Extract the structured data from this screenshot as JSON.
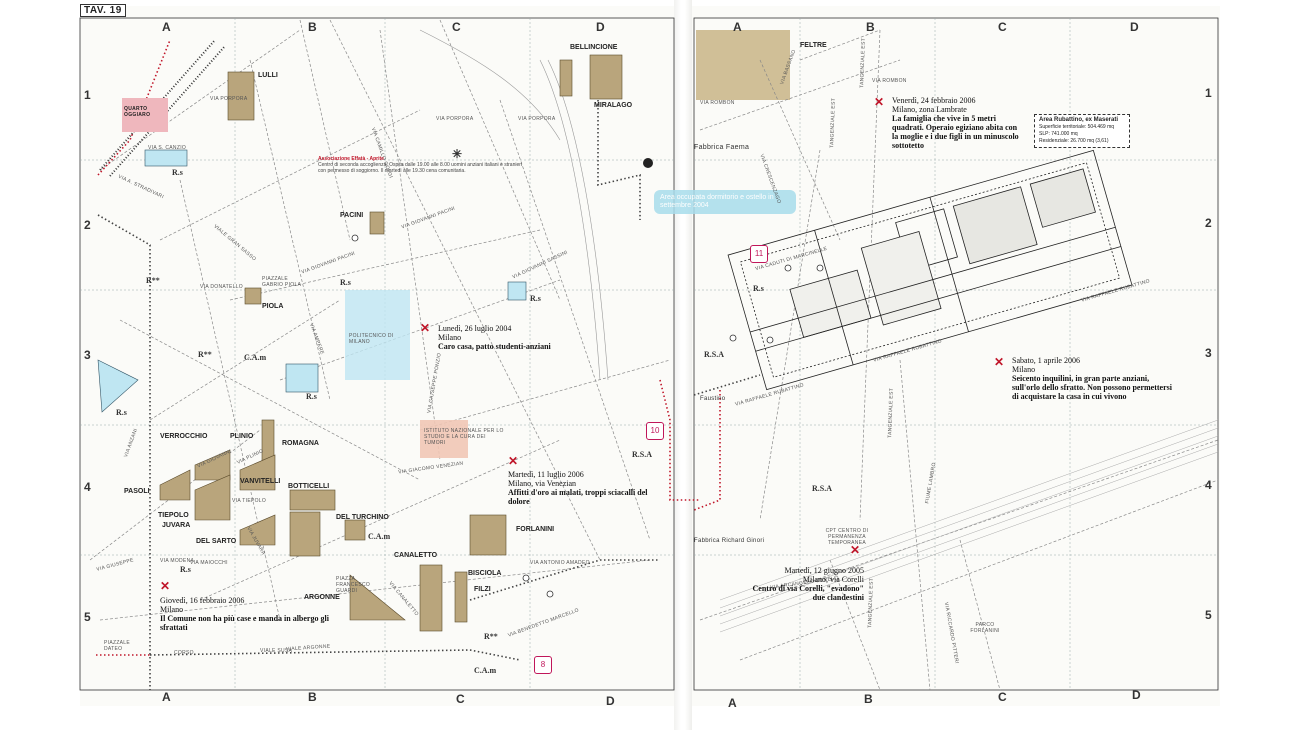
{
  "plate": "TAV. 19",
  "grid": {
    "columns_left": [
      "A",
      "B",
      "C",
      "D"
    ],
    "columns_right": [
      "A",
      "B",
      "C",
      "D"
    ],
    "rows": [
      "1",
      "2",
      "3",
      "4",
      "5"
    ]
  },
  "poi_left": {
    "lulli": "LULLI",
    "bellincione": "BELLINCIONE",
    "miralago": "MIRALAGO",
    "pacini": "PACINI",
    "piola": "PIOLA",
    "verrocchio": "VERROCCHIO",
    "plinio": "PLINIO",
    "romagna": "ROMAGNA",
    "pasoli": "PASOLI",
    "vanvitelli": "VANVITELLI",
    "botticelli": "BOTTICELLI",
    "tiepolo": "TIEPOLO",
    "juvara": "JUVARA",
    "del_sarto": "DEL SARTO",
    "del_turchino": "DEL TURCHINO",
    "forlanini": "FORLANINI",
    "canaletto": "CANALETTO",
    "bisciola": "BISCIOLA",
    "filzi": "FILZI",
    "argonne": "ARGONNE",
    "politecnico": "POLITECNICO DI MILANO",
    "istituto": "ISTITUTO NAZIONALE PER LO STUDIO E LA CURA DEI TUMORI",
    "quarto": "QUARTO OGGIARO"
  },
  "streets_left": {
    "porpora1": "VIA PORPORA",
    "porpora2": "VIA PORPORA",
    "porpora3": "VIA PORPORA",
    "canzio": "VIA S. CANZIO",
    "stradivari": "VIA A. STRADIVARI",
    "pacini": "VIA GIOVANNI PACINI",
    "pacini2": "VIA GIOVANNI PACINI",
    "sassini": "VIA GIOVANNI SASSINI",
    "donatello": "VIA DONATELLO",
    "piazzale": "PIAZZALE GABRIO PIOLA",
    "venezian": "VIA GIACOMO VENEZIAN",
    "ponzio": "VIA GIUSEPPE PONZIO",
    "golgi": "VIA CAMILLO GOLGI",
    "gran_sasso": "VIALE GRAN SASSO",
    "ampere": "VIA AMPERE",
    "plinio": "VIA PLINIO",
    "giovanni": "VIA GIOVANNI",
    "tiepolo": "VIA TIEPOLO",
    "juvara": "VIA JUVARA",
    "argonne": "VIALE ARGONNE",
    "susa": "VIALE SUSA",
    "corso": "CORSO",
    "canaletto": "VIA CANALETTO",
    "guardi": "PIAZZA FRANCESCO GUARDI",
    "amadeo": "VIA ANTONIO AMADEO",
    "marcello": "VIA BENEDETTO MARCELLO",
    "maiocchi": "VIA MAIOCCHI",
    "modena": "VIA MODENA",
    "gluspeppe": "VIA GIUSEPPE",
    "dateo": "PIAZZALE DATEO",
    "anzani": "VIA ANZANI"
  },
  "legend_codes": {
    "rs": "R.s",
    "rstars": "R**",
    "cam": "C.A.m",
    "rsa": "R.S.A"
  },
  "note_left": {
    "title": "Associazione Effatà - Aprite",
    "body": "Centro di seconda accoglienza. Ospita dalle 19.00 alle 8.00 uomini anziani italiani e stranieri con permesso di soggiorno. Il martedì alle 19.30 cena comunitaria."
  },
  "events_left": [
    {
      "date": "Lunedì, 26 luglio 2004",
      "place": "Milano",
      "headline": "Caro casa, patto studenti-anziani"
    },
    {
      "date": "Martedì, 11 luglio 2006",
      "place": "Milano, via Venezian",
      "headline": "Affitti d'oro ai malati, troppi sciacalli del dolore"
    },
    {
      "date": "Giovedì, 16 febbraio 2006",
      "place": "Milano",
      "headline": "Il Comune non ha più case e manda in albergo gli sfrattati"
    }
  ],
  "events_right": [
    {
      "date": "Venerdì, 24 febbraio 2006",
      "place": "Milano, zona Lambrate",
      "headline": "La famiglia che vive in 5 metri quadrati. Operaio egiziano abita con la moglie e i due figli in un minuscolo sottotetto"
    },
    {
      "date": "Sabato, 1 aprile 2006",
      "place": "Milano",
      "headline": "Seicento inquilini, in gran parte anziani, sull'orlo dello sfratto. Non possono permettersi di acquistare la casa in cui vivono"
    },
    {
      "date": "Martedì, 12 giugno 2005",
      "place": "Milano, via Corelli",
      "headline": "Centro di via Corelli, \"evadono\" due clandestini"
    }
  ],
  "area_box": {
    "title": "Area Rubattino, ex Maserati",
    "lines": [
      "Superficie territoriale: 504.469 mq",
      "SLP: 741.000 mq",
      "Residenziale: 26.700 mq (3,61)"
    ]
  },
  "highlight_right": "Area occupata dormitorio e ostello in settembre 2004",
  "poi_right": {
    "feltre": "FELTRE",
    "fabbrica_faema": "Fabbrica Faema",
    "faustino": "Faustino",
    "fabbrica_ginori": "Fabbrica Richard Ginori",
    "cpt": "CPT CENTRO DI PERMANENZA TEMPORANEA",
    "parco": "PARCO FORLANINI"
  },
  "streets_right": {
    "rombon1": "VIA ROMBON",
    "rombon2": "VIA ROMBON",
    "tangenziale1": "TANGENZIALE EST",
    "tangenziale2": "TANGENZIALE EST",
    "tangenziale3": "TANGENZIALE EST",
    "tangenziale4": "TANGENZIALE EST",
    "rubattino1": "VIA RAFFAELE RUBATTINO",
    "rubattino2": "VIA RAFFAELE RUBATTINO",
    "rubattino3": "VIA RAFFAELE RUBATTINO",
    "pitteri": "VIA RICCARDO PITTERI",
    "marcinelle": "VIA CADUTI DI MARCINELLE",
    "corelli": "VIA ARCANGELO CORELLI",
    "lambro": "FIUME LAMBRO",
    "crescenzago": "VIA CRESCENZAGO",
    "bassano": "VIA BASSANO"
  },
  "tags": {
    "eleven": "11",
    "ten": "10",
    "eight": "8"
  }
}
